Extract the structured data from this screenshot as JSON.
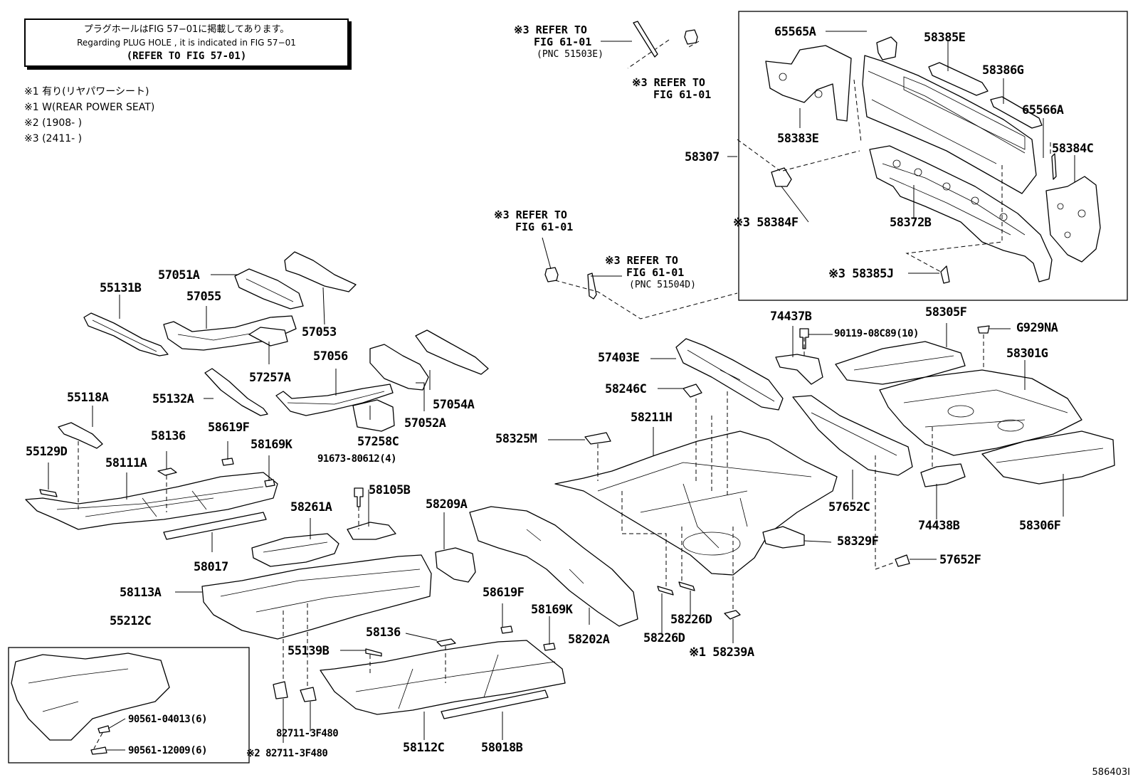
{
  "note": {
    "jp": "プラグホールはFIG 57−01に掲載してあります。",
    "en": "Regarding  PLUG  HOLE , it is indicated in FIG  57−01",
    "ref": "(REFER TO FIG 57-01)"
  },
  "legend": [
    "※1 有り(リヤパワーシート)",
    "※1 W(REAR POWER SEAT)",
    "※2 (1908-        )",
    "※3 (2411-        )"
  ],
  "refs": {
    "r1": {
      "line1": "※3 REFER TO",
      "line2": "FIG 61-01",
      "pnc": "(PNC 51503E)"
    },
    "r2": {
      "line1": "※3 REFER TO",
      "line2": "FIG 61-01"
    },
    "r3": {
      "line1": "※3 REFER TO",
      "line2": "FIG 61-01"
    },
    "r4": {
      "line1": "※3 REFER TO",
      "line2": "FIG 61-01",
      "pnc": "(PNC 51504D)"
    }
  },
  "parts": {
    "p65565A": "65565A",
    "p58385E": "58385E",
    "p58386G": "58386G",
    "p65566A": "65566A",
    "p58383E": "58383E",
    "p58384C": "58384C",
    "p58307": "58307",
    "p58384F": "※3 58384F",
    "p58372B": "58372B",
    "p58385J": "※3 58385J",
    "p57051A": "57051A",
    "p55131B": "55131B",
    "p57055": "57055",
    "p57053": "57053",
    "p57257A": "57257A",
    "p57056": "57056",
    "p55132A": "55132A",
    "p55118A": "55118A",
    "p57054A": "57054A",
    "p57052A": "57052A",
    "p57258C": "57258C",
    "p91673": "91673-80612(4)",
    "p58105B": "58105B",
    "p55129D": "55129D",
    "p58111A": "58111A",
    "p58136a": "58136",
    "p58619Fa": "58619F",
    "p58169Ka": "58169K",
    "p58261A": "58261A",
    "p58017": "58017",
    "p58209A": "58209A",
    "p58113A": "58113A",
    "p55212C": "55212C",
    "p55139B": "55139B",
    "p58136b": "58136",
    "p58619Fb": "58619F",
    "p58169Kb": "58169K",
    "p58202A": "58202A",
    "p90561a": "90561-04013(6)",
    "p90561b": "90561-12009(6)",
    "p82711a": "82711-3F480",
    "p82711b": "※2 82711-3F480",
    "p58112C": "58112C",
    "p58018B": "58018B",
    "p74437B": "74437B",
    "p90119": "90119-08C89(10)",
    "p58305F": "58305F",
    "pG929NA": "G929NA",
    "p57403E": "57403E",
    "p58246C": "58246C",
    "p58301G": "58301G",
    "p58211H": "58211H",
    "p58325M": "58325M",
    "p57652C": "57652C",
    "p74438B": "74438B",
    "p58306F": "58306F",
    "p58329F": "58329F",
    "p57652F": "57652F",
    "p58226Da": "58226D",
    "p58226Db": "58226D",
    "p58239A": "※1 58239A"
  },
  "figure_code": "586403I"
}
